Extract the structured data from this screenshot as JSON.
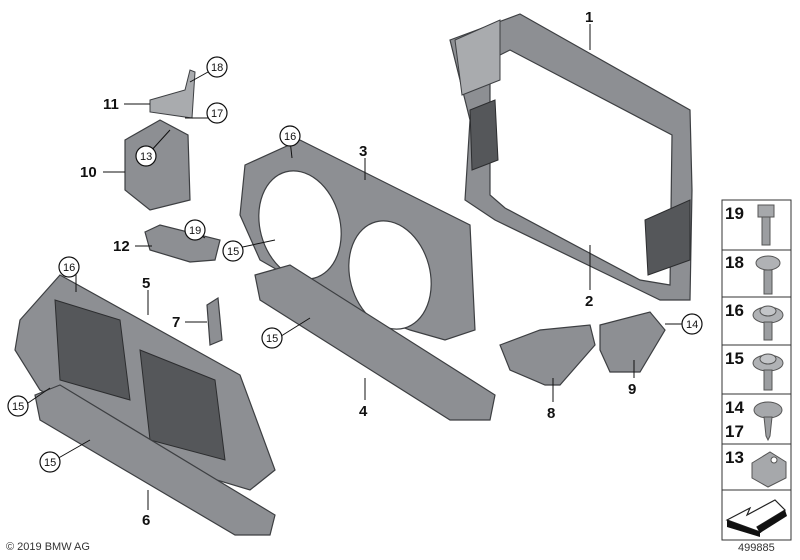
{
  "callouts": {
    "n1": "1",
    "n2": "2",
    "n3": "3",
    "n4": "4",
    "n5": "5",
    "n6": "6",
    "n7": "7",
    "n8": "8",
    "n9": "9",
    "n10": "10",
    "n11": "11",
    "n12": "12",
    "c13": "13",
    "c14": "14",
    "c15a": "15",
    "c15b": "15",
    "c15c": "15",
    "c15d": "15",
    "c16a": "16",
    "c16b": "16",
    "c17": "17",
    "c18": "18",
    "c19": "19"
  },
  "fastener_legend": [
    {
      "label": "19",
      "icon": "hex-bolt-icon"
    },
    {
      "label": "18",
      "icon": "washer-screw-icon"
    },
    {
      "label": "16",
      "icon": "torx-washer-screw-icon"
    },
    {
      "label": "15",
      "icon": "torx-washer-screw-icon"
    },
    {
      "label": "14",
      "label2": "17",
      "icon": "flat-head-screw-icon"
    },
    {
      "label": "13",
      "icon": "clip-nut-icon"
    },
    {
      "label": "",
      "icon": "arrow-direction-icon"
    }
  ],
  "copyright": "© 2019 BMW AG",
  "diagram_id": "499885"
}
